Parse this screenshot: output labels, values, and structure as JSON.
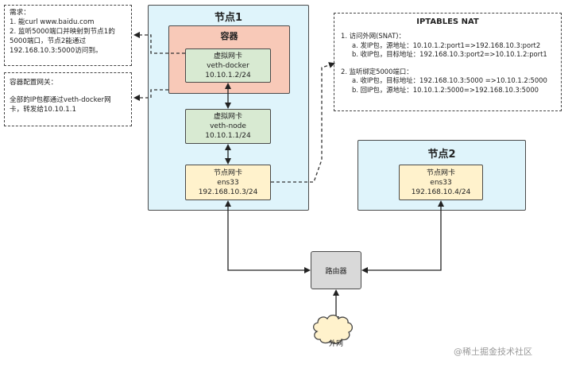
{
  "requirements_note": {
    "title": "需求：",
    "line1": "1. 能curl www.baidu.com",
    "line2": "2. 监听5000端口并映射到节点1的",
    "line3": "5000端口，节点2能通过",
    "line4": "192.168.10.3:5000访问到。"
  },
  "gateway_note": {
    "title": "容器配置网关：",
    "line1": "全部的IP包都通过veth-docker网",
    "line2": "卡，转发给10.10.1.1"
  },
  "node1": {
    "title": "节点1",
    "container_title": "容器",
    "veth_docker": {
      "label": "虚拟网卡",
      "name": "veth-docker",
      "ip": "10.10.1.2/24"
    },
    "veth_node": {
      "label": "虚拟网卡",
      "name": "veth-node",
      "ip": "10.10.1.1/24"
    },
    "nic": {
      "label": "节点网卡",
      "name": "ens33",
      "ip": "192.168.10.3/24"
    }
  },
  "node2": {
    "title": "节点2",
    "nic": {
      "label": "节点网卡",
      "name": "ens33",
      "ip": "192.168.10.4/24"
    }
  },
  "nat": {
    "title": "IPTABLES NAT",
    "snat_heading": "1. 访问外网(SNAT)：",
    "snat_a": "a. 发IP包，源地址：10.10.1.2:port1=>192.168.10.3:port2",
    "snat_b": "b. 收IP包，目标地址：192.168.10.3:port2=>10.10.1.2:port1",
    "dnat_heading": "2. 监听绑定5000端口：",
    "dnat_a": "a. 收IP包，目标地址：192.168.10.3:5000 =>10.10.1.2:5000",
    "dnat_b": "b. 回IP包，源地址：10.10.1.2:5000=>192.168.10.3:5000"
  },
  "router_label": "路由器",
  "internet_label": "外网",
  "watermark": "@稀土掘金技术社区",
  "colors": {
    "node_bg": "#dff4fb",
    "container_bg": "#f8c9b8",
    "veth_bg": "#d8ead2",
    "nic_bg": "#fff2cc",
    "router_bg": "#d9d9d9",
    "cloud_bg": "#fff2cc"
  }
}
